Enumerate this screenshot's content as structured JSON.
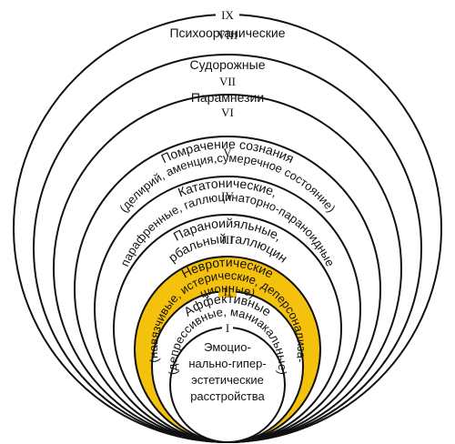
{
  "colors": {
    "stroke": "#111111",
    "highlight": "#f4c20d",
    "background": "#ffffff"
  },
  "levels": [
    {
      "numeral": "IX",
      "lines": [
        "Психоорганические"
      ],
      "highlighted": false
    },
    {
      "numeral": "VIII",
      "lines": [
        "Судорожные"
      ],
      "highlighted": false
    },
    {
      "numeral": "VII",
      "lines": [
        "Парамнезии"
      ],
      "highlighted": false
    },
    {
      "numeral": "VI",
      "lines": [
        "Помрачение сознания",
        "(делирий, аменция,сумеречное состояние)"
      ],
      "highlighted": false
    },
    {
      "numeral": "V",
      "lines": [
        "Кататонические,",
        "парафренные, галлюцинаторно-параноидные"
      ],
      "highlighted": false
    },
    {
      "numeral": "IV",
      "lines": [
        "Параноийяльные,",
        "вербальный галлюциноз"
      ],
      "highlighted": false
    },
    {
      "numeral": "III",
      "lines": [
        "Невротические",
        "(навязчивые, истерические, деперсонализа-",
        "ционные)"
      ],
      "highlighted": true
    },
    {
      "numeral": "II",
      "lines": [
        "Аффективные",
        "(депрессивные, маниакальные)"
      ],
      "highlighted": false
    },
    {
      "numeral": "I",
      "lines": [
        "Эмоцио-",
        "нально-гипер-",
        "эстетические",
        "расстройства"
      ],
      "highlighted": false
    }
  ]
}
